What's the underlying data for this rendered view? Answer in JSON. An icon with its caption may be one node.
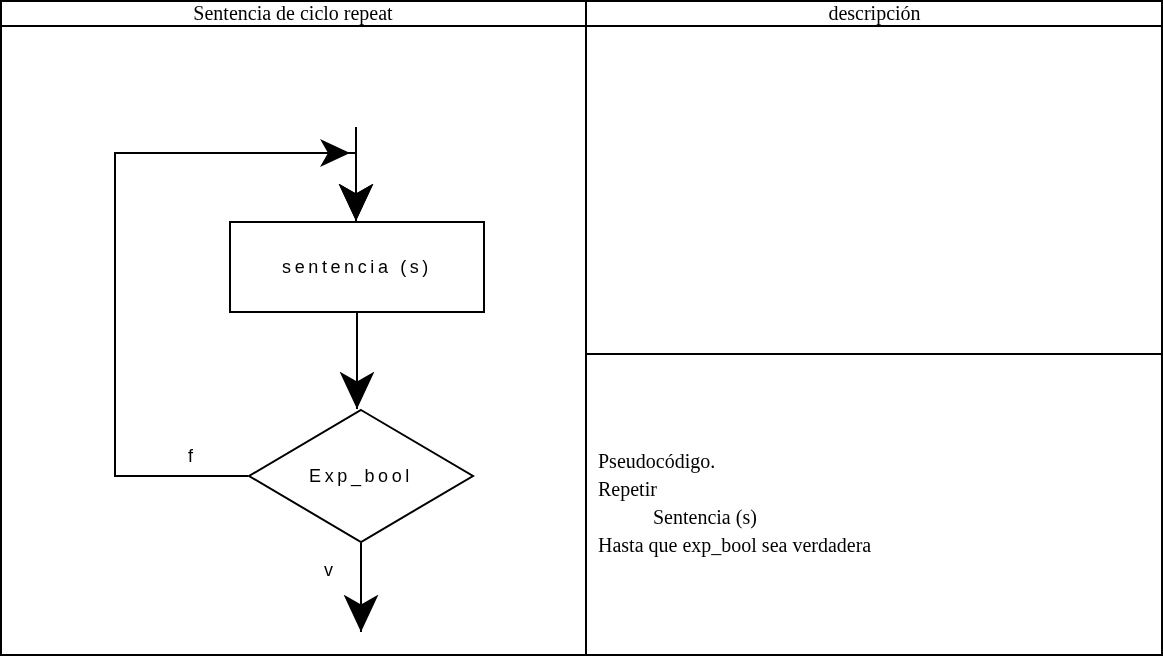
{
  "diagram": {
    "nodes": [
      {
        "text": [
          "sentencia (s)"
        ]
      },
      {
        "text": [
          "Exp_bool"
        ]
      }
    ],
    "edges": [
      {
        "from": null,
        "to": 0,
        "arrow": "to"
      },
      {
        "from": 0,
        "to": 1,
        "arrow": "to"
      },
      {
        "from": 1,
        "to": 0,
        "arrow": "to",
        "label": "f"
      },
      {
        "from": 1,
        "to": null,
        "arrow": "to",
        "label": "v"
      }
    ],
    "labels": [
      "Sentencia de ciclo repeat",
      "descripción",
      "Pseudocódigo.",
      "Repetir",
      "Sentencia (s)",
      "Hasta que exp_bool sea verdadera"
    ]
  }
}
